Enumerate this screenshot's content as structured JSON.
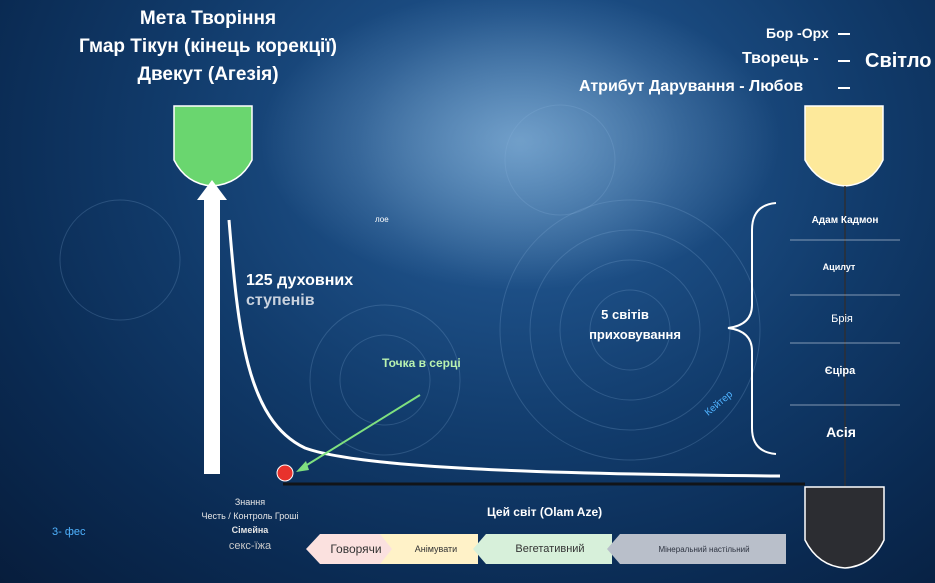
{
  "top_left": {
    "line1": "Мета Творіння",
    "line2": "Гмар Тікун (кінець корекції)",
    "line3": "Двекут (Агезія)"
  },
  "top_right": {
    "line1": "Бор -Орх",
    "line2": "Творець -",
    "line3": "Атрибут Дарування - Любов",
    "svitlo": "Світло"
  },
  "left_labels": {
    "steps_line1": "125 духовних",
    "steps_line2": "ступенів",
    "point": "Точка в серці",
    "small_top": "лое",
    "fes": "3- фес"
  },
  "desires": {
    "line1": "Знання",
    "line2": "Честь / Контроль Гроші",
    "line3": "Сімейна",
    "line4": "секс-їжа"
  },
  "worlds": {
    "title_line1": "5 світів",
    "title_line2": "приховування",
    "items": [
      "Адам Кадмон",
      "Ацилут",
      "Брія",
      "Єціра",
      "Асія"
    ],
    "keter": "Кейтер"
  },
  "this_world": "Цей світ (Olam Aze)",
  "levels": [
    "Говорячи",
    "Анімувати",
    "Вегетативний",
    "Мінеральний настільний"
  ],
  "colors": {
    "green_vessel": "#6ad66f",
    "yellow_vessel": "#fde99b",
    "dark_vessel": "#2c2d32",
    "point": "#e8322c",
    "arrow": "#7fe07f"
  }
}
